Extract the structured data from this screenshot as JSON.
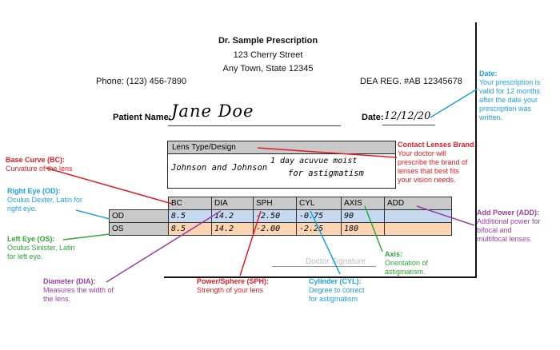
{
  "header": {
    "title": "Dr. Sample Prescription",
    "address1": "123 Cherry Street",
    "address2": "Any Town, State 12345",
    "phone": "Phone:  (123) 456-7890",
    "dea": "DEA REG. #AB 12345678"
  },
  "patient": {
    "label": "Patient Name:",
    "value": "Jane Doe"
  },
  "date": {
    "label": "Date:",
    "value": "12/12/20"
  },
  "lens": {
    "header": "Lens Type/Design",
    "brand": "Johnson and Johnson",
    "product_line1": "1 day acuvue moist",
    "product_line2": "for astigmatism"
  },
  "table": {
    "columns": [
      "BC",
      "DIA",
      "SPH",
      "CYL",
      "AXIS",
      "ADD"
    ],
    "rows": [
      {
        "eye": "OD",
        "values": [
          "8.5",
          "14.2",
          "-2.50",
          "-0.75",
          "90",
          ""
        ]
      },
      {
        "eye": "OS",
        "values": [
          "8.5",
          "14.2",
          "-2.00",
          "-2.25",
          "180",
          ""
        ]
      }
    ]
  },
  "signature": {
    "label": "Doctor Signature"
  },
  "annotations": {
    "date": {
      "title": "Date:",
      "text": [
        "Your prescription is",
        "valid for 12 months",
        "after the date your",
        "prescription was",
        "written."
      ]
    },
    "brand": {
      "title": "Contact Lenses Brand:",
      "text": [
        "Your doctor will",
        "prescribe the brand of",
        "lenses that best fits",
        "your vision needs."
      ]
    },
    "bc": {
      "title": "Base Curve (BC):",
      "text": [
        "Curvature of the lens"
      ]
    },
    "od": {
      "title": "Right Eye (OD):",
      "text": [
        "Oculus Dexter, Latin for",
        "right eye."
      ]
    },
    "os": {
      "title": "Left Eye (OS):",
      "text": [
        "Oculus Sinister, Latin",
        "for left eye."
      ]
    },
    "add": {
      "title": "Add Power (ADD):",
      "text": [
        "Additional power for",
        "bifocal and",
        "multifocal lenses."
      ]
    },
    "axis": {
      "title": "Axis:",
      "text": [
        "Orientation of",
        "astigmatism."
      ]
    },
    "dia": {
      "title": "Diameter (DIA):",
      "text": [
        "Measures the width of",
        "the lens."
      ]
    },
    "sph": {
      "title": "Power/Sphere (SPH):",
      "text": [
        "Strength of your lens"
      ]
    },
    "cyl": {
      "title": "Cylinder (CYL):",
      "text": [
        "Degree to correct",
        "for astigmatism"
      ]
    }
  },
  "colors": {
    "red": "#e31b23",
    "blue": "#1ba1e2",
    "green": "#2ea836",
    "purple": "#9b3fa0",
    "od_fill": "#c5d9f1",
    "os_fill": "#fbd4b4",
    "header_fill": "#c9c9c9"
  }
}
